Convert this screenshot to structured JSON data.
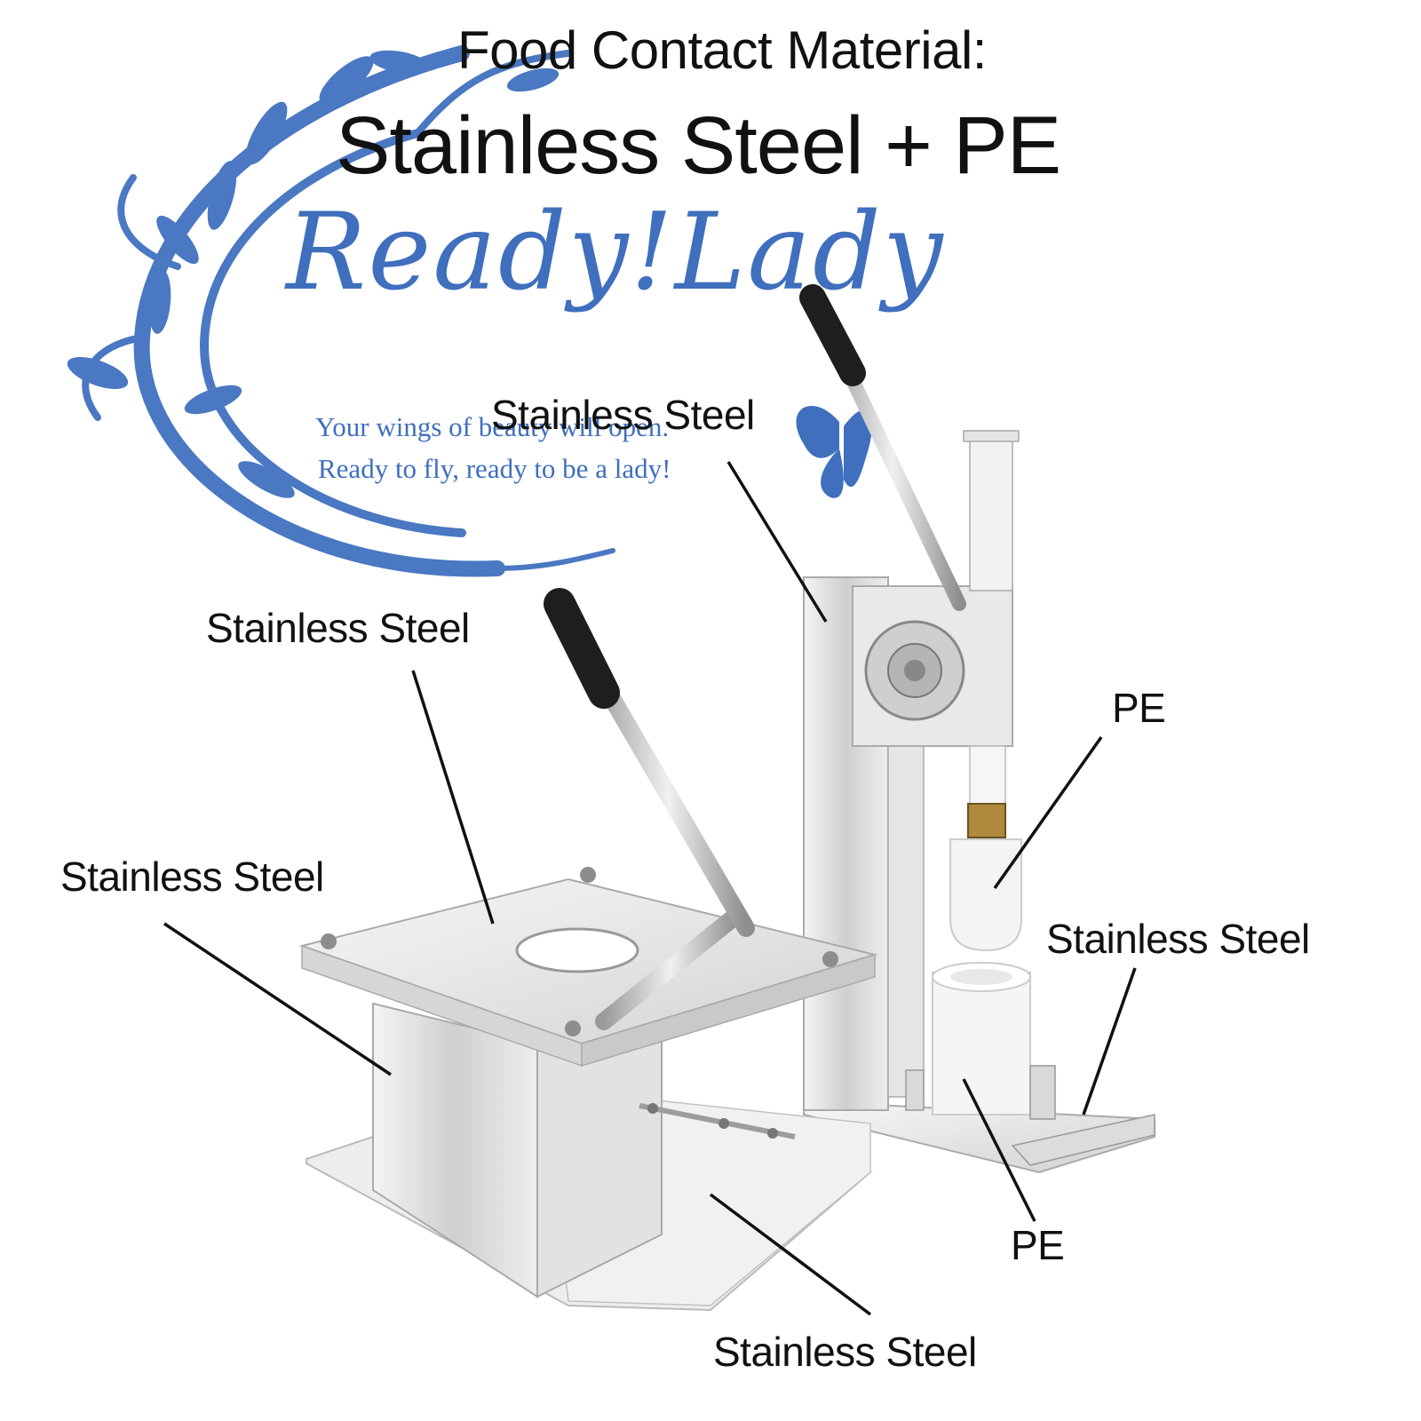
{
  "header": {
    "subtitle": "Food Contact Material:",
    "title": "Stainless Steel + PE"
  },
  "watermark": {
    "brand": "Ready!Lady",
    "tagline_1": "Your wings of beauty will open.",
    "tagline_2": "Ready to fly, ready to be a lady!",
    "color": "#3f6fbd"
  },
  "callouts": [
    {
      "id": "lever",
      "text": "Stainless Steel"
    },
    {
      "id": "top-plate",
      "text": "Stainless Steel"
    },
    {
      "id": "base-box",
      "text": "Stainless Steel"
    },
    {
      "id": "plunger",
      "text": "PE"
    },
    {
      "id": "stand-base",
      "text": "Stainless Steel"
    },
    {
      "id": "cup",
      "text": "PE"
    },
    {
      "id": "bottom-plate",
      "text": "Stainless Steel"
    }
  ]
}
